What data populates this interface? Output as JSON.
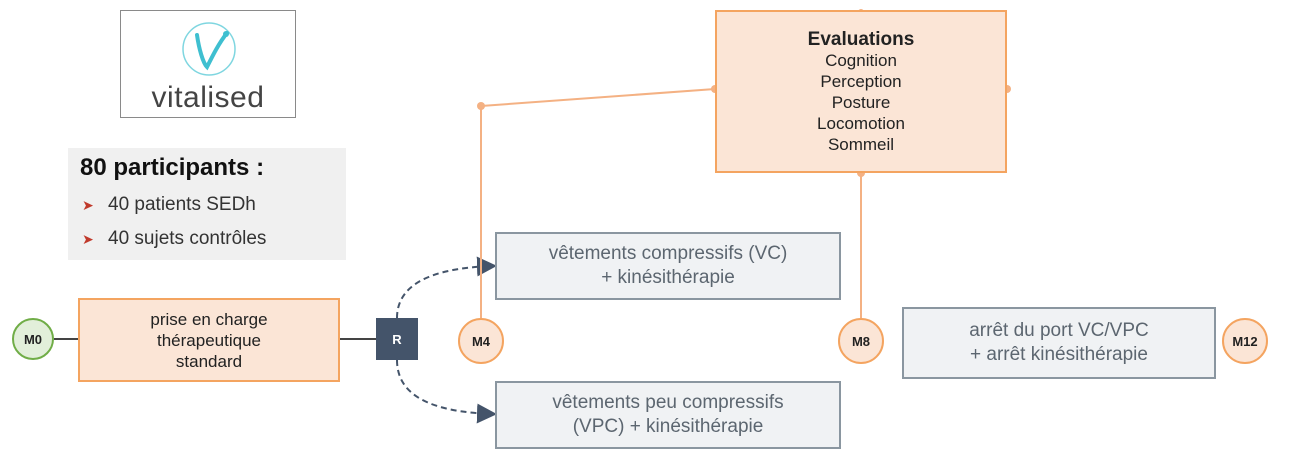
{
  "logo": {
    "text": "vitalised"
  },
  "participants": {
    "title": "80 participants :",
    "items": [
      "40 patients SEDh",
      "40 sujets contrôles"
    ]
  },
  "evaluations": {
    "title": "Evaluations",
    "items": [
      "Cognition",
      "Perception",
      "Posture",
      "Locomotion",
      "Sommeil"
    ]
  },
  "prise_en_charge": {
    "lines": [
      "prise en charge",
      "thérapeutique",
      "standard"
    ]
  },
  "randomisation": {
    "label": "R"
  },
  "arms": {
    "vc": {
      "lines": [
        "vêtements compressifs (VC)",
        "+ kinésithérapie"
      ]
    },
    "vpc": {
      "lines": [
        "vêtements peu compressifs",
        "(VPC) + kinésithérapie"
      ]
    }
  },
  "arret": {
    "lines": [
      "arrêt du port VC/VPC",
      "+ arrêt kinésithérapie"
    ]
  },
  "milestones": {
    "m0": "M0",
    "m4": "M4",
    "m8": "M8",
    "m12": "M12"
  },
  "colors": {
    "orange_fill": "#fbe5d6",
    "orange_border": "#f4a460",
    "green_fill": "#e2efda",
    "green_border": "#70ad47",
    "grey_fill": "#f0f2f4",
    "grey_border": "#8a96a0",
    "r_fill": "#44546a",
    "bullet": "#c0392b"
  }
}
